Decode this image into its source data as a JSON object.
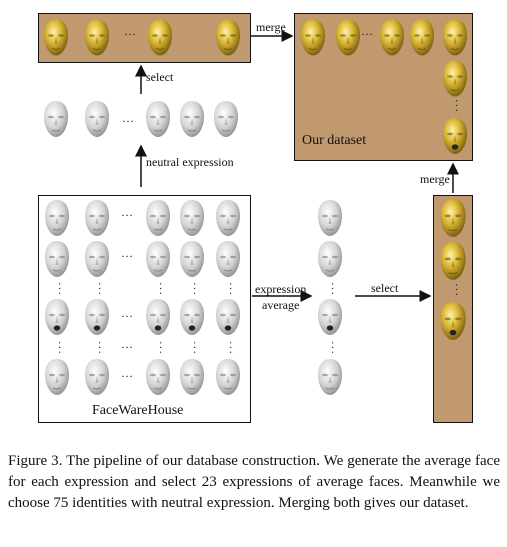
{
  "labels": {
    "merge_top": "merge",
    "select_top": "select",
    "neutral_expression": "neutral expression",
    "our_dataset": "Our dataset",
    "merge_right": "merge",
    "expression_line1": "expression",
    "expression_line2": "average",
    "select_bottom": "select",
    "facewarehouse": "FaceWareHouse"
  },
  "ellipsis": "···",
  "caption": "Figure 3. The pipeline of our database construction. We generate the average face for each expression and select 23 expressions of average faces. Meanwhile we choose 75 identities with neutral expression. Merging both gives our dataset.",
  "colors": {
    "panel_tan": "#c09a6e",
    "face_gold": "#d4af37",
    "face_gray": "#d9d9d9"
  }
}
